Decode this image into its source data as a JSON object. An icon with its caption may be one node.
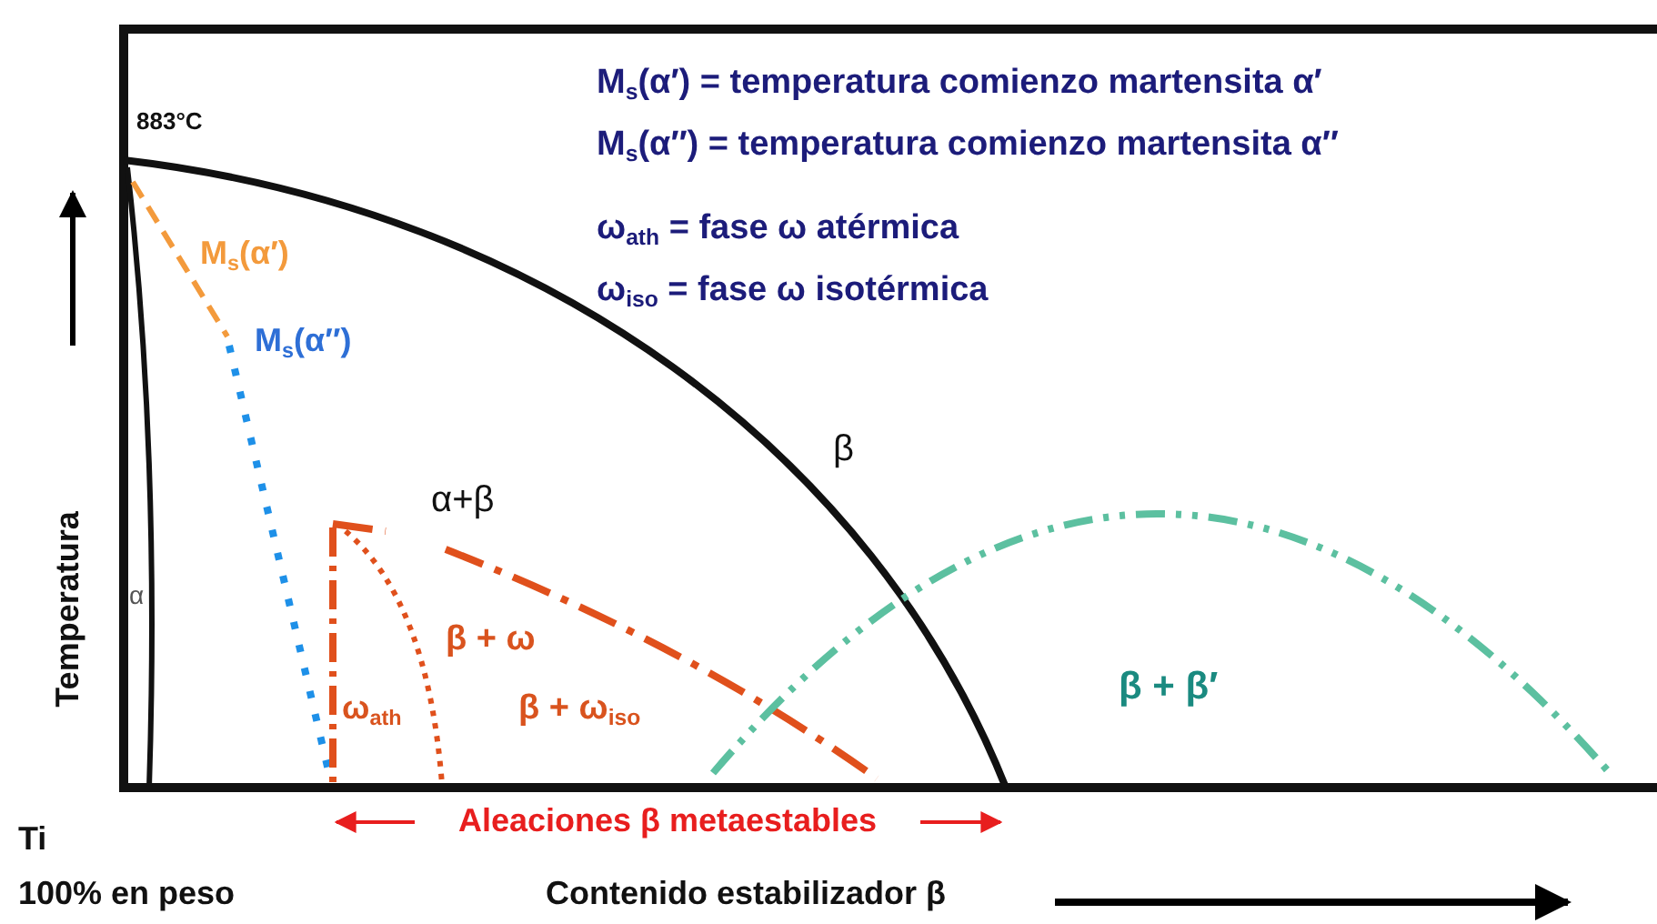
{
  "diagram": {
    "labels": [
      "883°C",
      "M$_{s}$(α′) = temperatura comienzo martensita α′",
      "M$_{s}$(α″) = temperatura comienzo martensita α″",
      "ω$_{ath}$ = fase ω atérmica",
      "ω$_{iso}$ = fase ω isotérmica",
      "M$_{s}$(α′)",
      "M$_{s}$(α″)",
      "β",
      "α+β",
      "α",
      "β + ω",
      "ω$_{ath}$",
      "β + ω$_{iso}$",
      "β + β′",
      "Temperatura",
      "Aleaciones β metaestables",
      "Ti",
      "100% en peso",
      "Contenido estabilizador β"
    ]
  }
}
